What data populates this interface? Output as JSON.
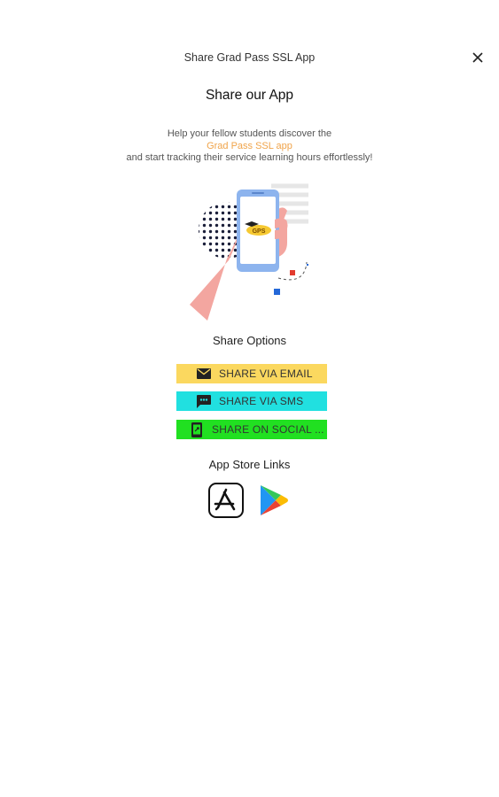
{
  "header": {
    "title": "Share Grad Pass SSL App",
    "close_icon": "close-icon"
  },
  "main": {
    "heading": "Share our App",
    "description_line1": "Help your fellow students discover the",
    "description_link": "Grad Pass SSL app",
    "description_line3": "and start tracking their service learning hours effortlessly!",
    "illustration": "hand-holding-phone-illustration"
  },
  "share_options": {
    "title": "Share Options",
    "email_label": "SHARE VIA EMAIL",
    "sms_label": "SHARE VIA SMS",
    "social_label": "SHARE ON SOCIAL ...",
    "colors": {
      "email": "#fbd85f",
      "sms": "#21e0e0",
      "social": "#21e021",
      "link": "#f0a44a"
    }
  },
  "app_store_links": {
    "title": "App Store Links",
    "apple_icon": "app-store-icon",
    "google_icon": "google-play-icon"
  }
}
